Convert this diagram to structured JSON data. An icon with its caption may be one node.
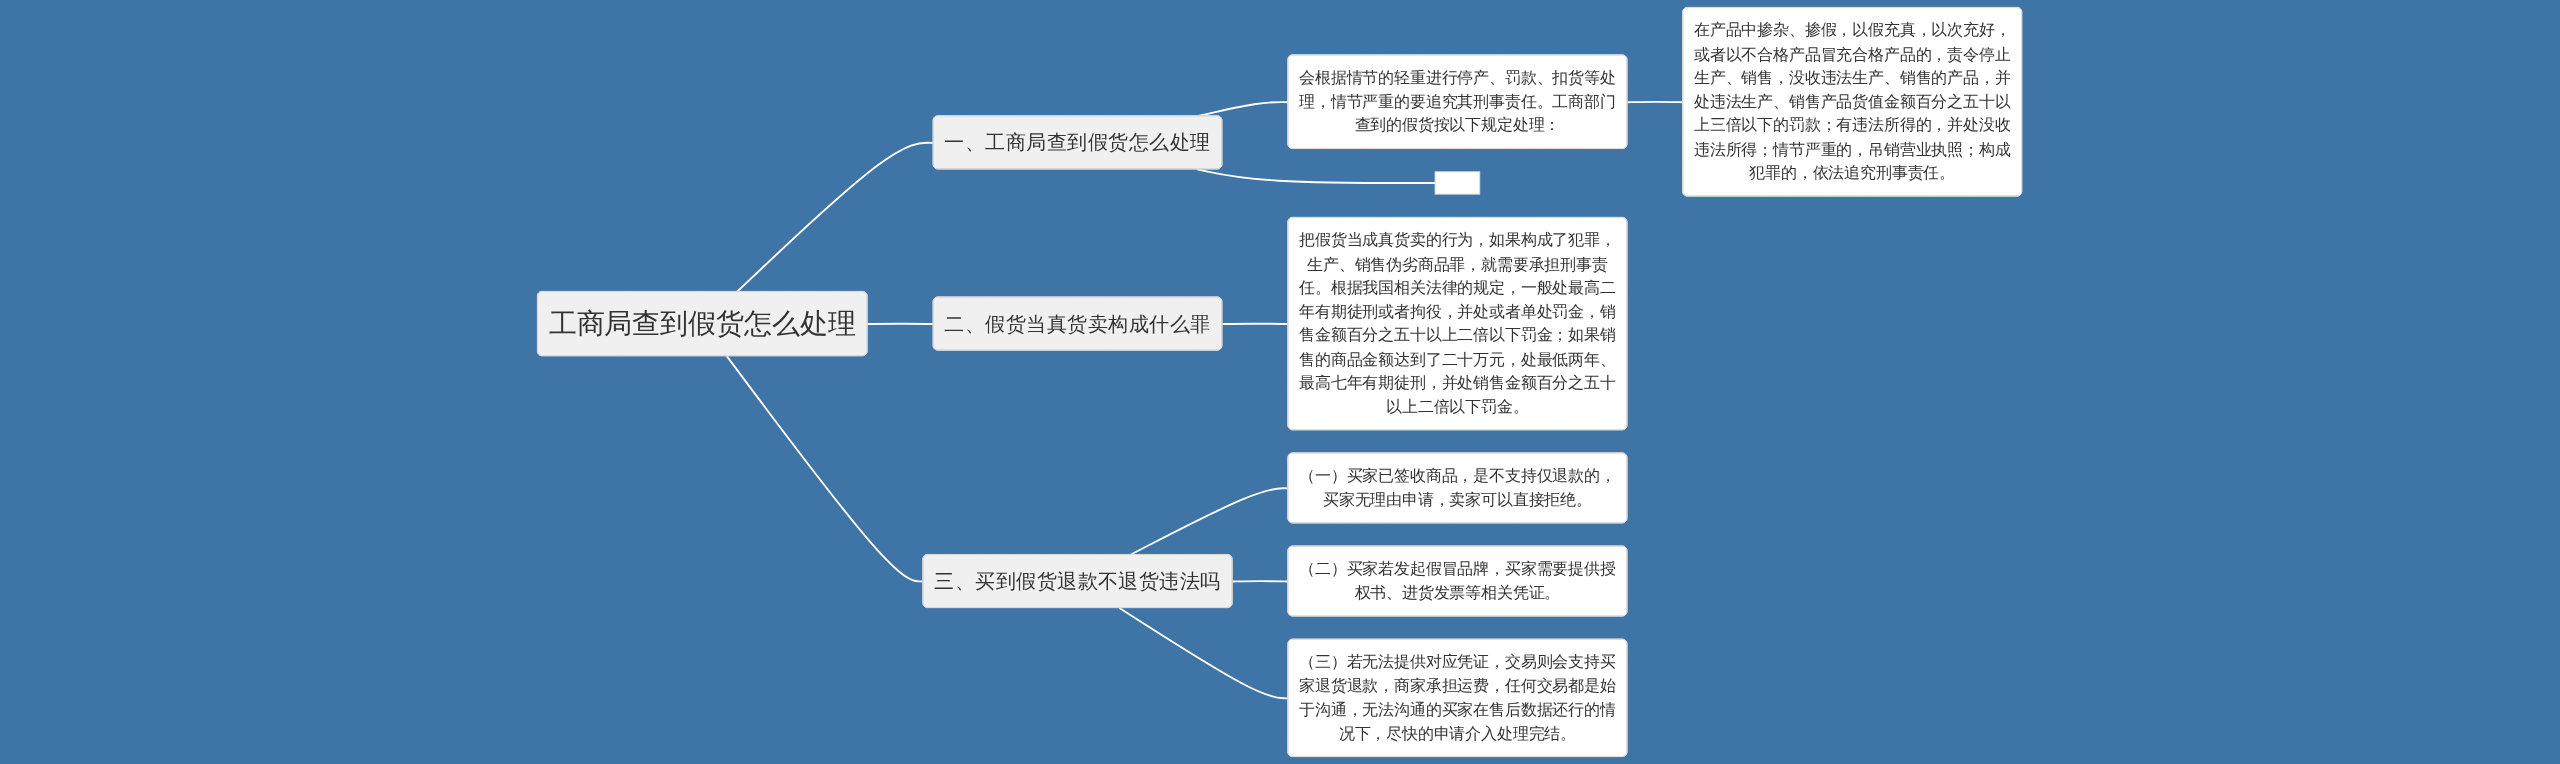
{
  "diagram": {
    "nodes": [
      {
        "text": [
          "工商局查到假货怎么处理"
        ]
      },
      {
        "text": [
          "一、工商局查到假货怎么处理"
        ]
      },
      {
        "text": [
          "会根据情节的轻重进行停产、罚款、扣货等处理，情节严重的要追究其刑事责任。工商部门查到的假货按以下规定处理："
        ]
      },
      {
        "text": [
          "在产品中掺杂、掺假，以假充真，以次充好，或者以不合格产品冒充合格产品的，责令停止生产、销售，没收违法生产、销售的产品，并处违法生产、销售产品货值金额百分之五十以上三倍以下的罚款；有违法所得的，并处没收违法所得；情节严重的，吊销营业执照；构成犯罪的，依法追究刑事责任。"
        ]
      },
      {
        "text": [],
        "shape": "box"
      },
      {
        "text": [
          "二、假货当真货卖构成什么罪"
        ]
      },
      {
        "text": [
          "把假货当成真货卖的行为，如果构成了犯罪，生产、销售伪劣商品罪，就需要承担刑事责任。根据我国相关法律的规定，一般处最高二年有期徒刑或者拘役，并处或者单处罚金，销售金额百分之五十以上二倍以下罚金；如果销售的商品金额达到了二十万元，处最低两年、最高七年有期徒刑，并处销售金额百分之五十以上二倍以下罚金。"
        ]
      },
      {
        "text": [
          "三、买到假货退款不退货违法吗"
        ]
      },
      {
        "text": [
          "（一）买家已签收商品，是不支持仅退款的，买家无理由申请，卖家可以直接拒绝。"
        ]
      },
      {
        "text": [
          "（二）买家若发起假冒品牌，买家需要提供授权书、进货发票等相关凭证。"
        ]
      },
      {
        "text": [
          "（三）若无法提供对应凭证，交易则会支持买家退货退款，商家承担运费，任何交易都是始于沟通，无法沟通的买家在售后数据还行的情况下，尽快的申请介入处理完结。"
        ]
      }
    ],
    "edges": [
      {
        "from": 0,
        "to": 1,
        "arrow": "none"
      },
      {
        "from": 1,
        "to": 2,
        "arrow": "none"
      },
      {
        "from": 2,
        "to": 3,
        "arrow": "none"
      },
      {
        "from": 1,
        "to": 4,
        "arrow": "none"
      },
      {
        "from": 0,
        "to": 5,
        "arrow": "none"
      },
      {
        "from": 5,
        "to": 6,
        "arrow": "none"
      },
      {
        "from": 0,
        "to": 7,
        "arrow": "none"
      },
      {
        "from": 7,
        "to": 8,
        "arrow": "none"
      },
      {
        "from": 7,
        "to": 9,
        "arrow": "none"
      },
      {
        "from": 7,
        "to": 10,
        "arrow": "none"
      }
    ]
  }
}
